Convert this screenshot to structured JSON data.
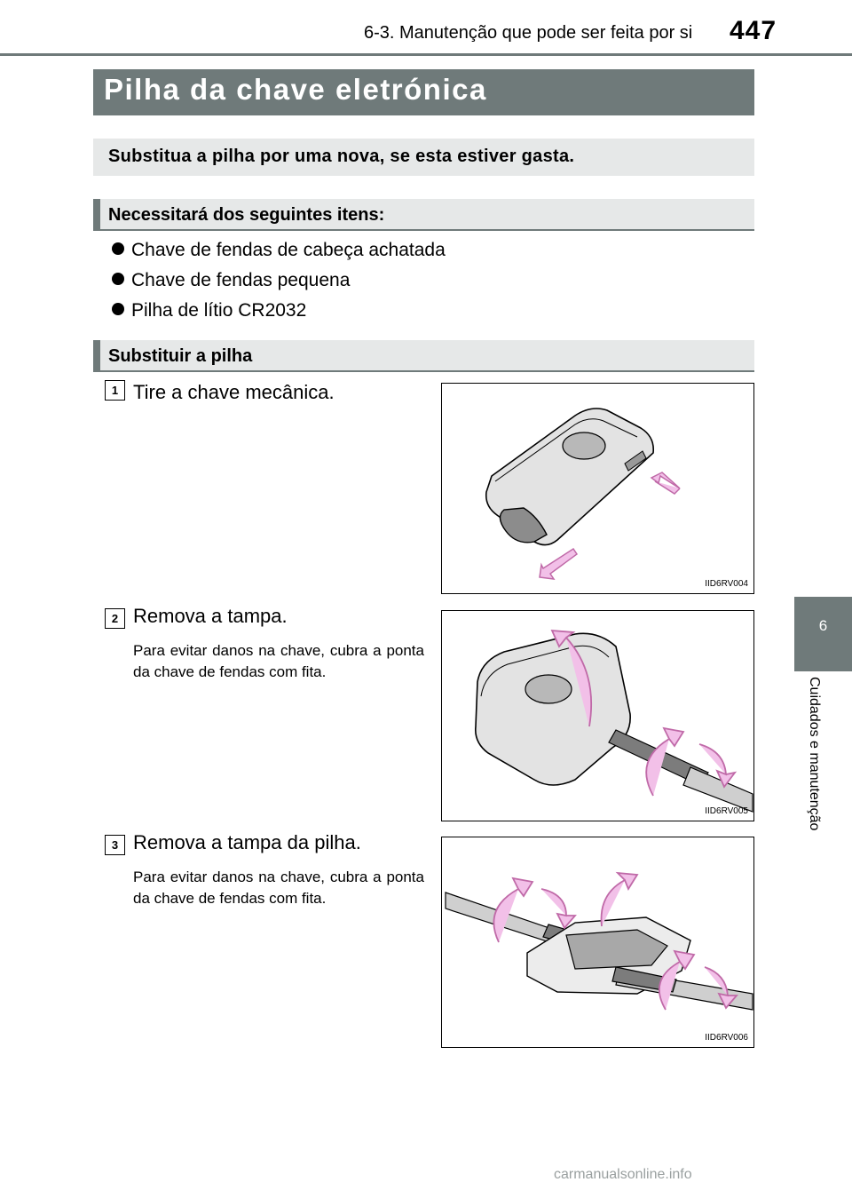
{
  "header": {
    "section": "6-3. Manutenção que pode ser feita por si",
    "page_number": "447"
  },
  "title": "Pilha da chave eletrónica",
  "intro": "Substitua a pilha por uma nova, se esta estiver gasta.",
  "items_heading": "Necessitará dos seguintes itens:",
  "items": [
    "Chave de fendas de cabeça achatada",
    "Chave de fendas pequena",
    "Pilha de lítio CR2032"
  ],
  "procedure_heading": "Substituir a pilha",
  "steps": [
    {
      "number": "1",
      "title": "Tire a chave mecânica.",
      "note": "",
      "figure_code": "IID6RV004"
    },
    {
      "number": "2",
      "title": "Remova a tampa.",
      "note": "Para evitar danos na chave, cubra a ponta da chave de fendas com fita.",
      "figure_code": "IID6RV005"
    },
    {
      "number": "3",
      "title": "Remova a tampa da pilha.",
      "note": "Para evitar danos na chave, cubra a ponta da chave de fendas com fita.",
      "figure_code": "IID6RV006"
    }
  ],
  "side_tab": {
    "number": "6",
    "label": "Cuidados e manutenção"
  },
  "watermark": "carmanualsonline.info",
  "colors": {
    "accent": "#6f7a7a",
    "panel": "#e6e8e8",
    "arrow": "#f2c0e8",
    "arrow_stroke": "#c06aa8"
  }
}
